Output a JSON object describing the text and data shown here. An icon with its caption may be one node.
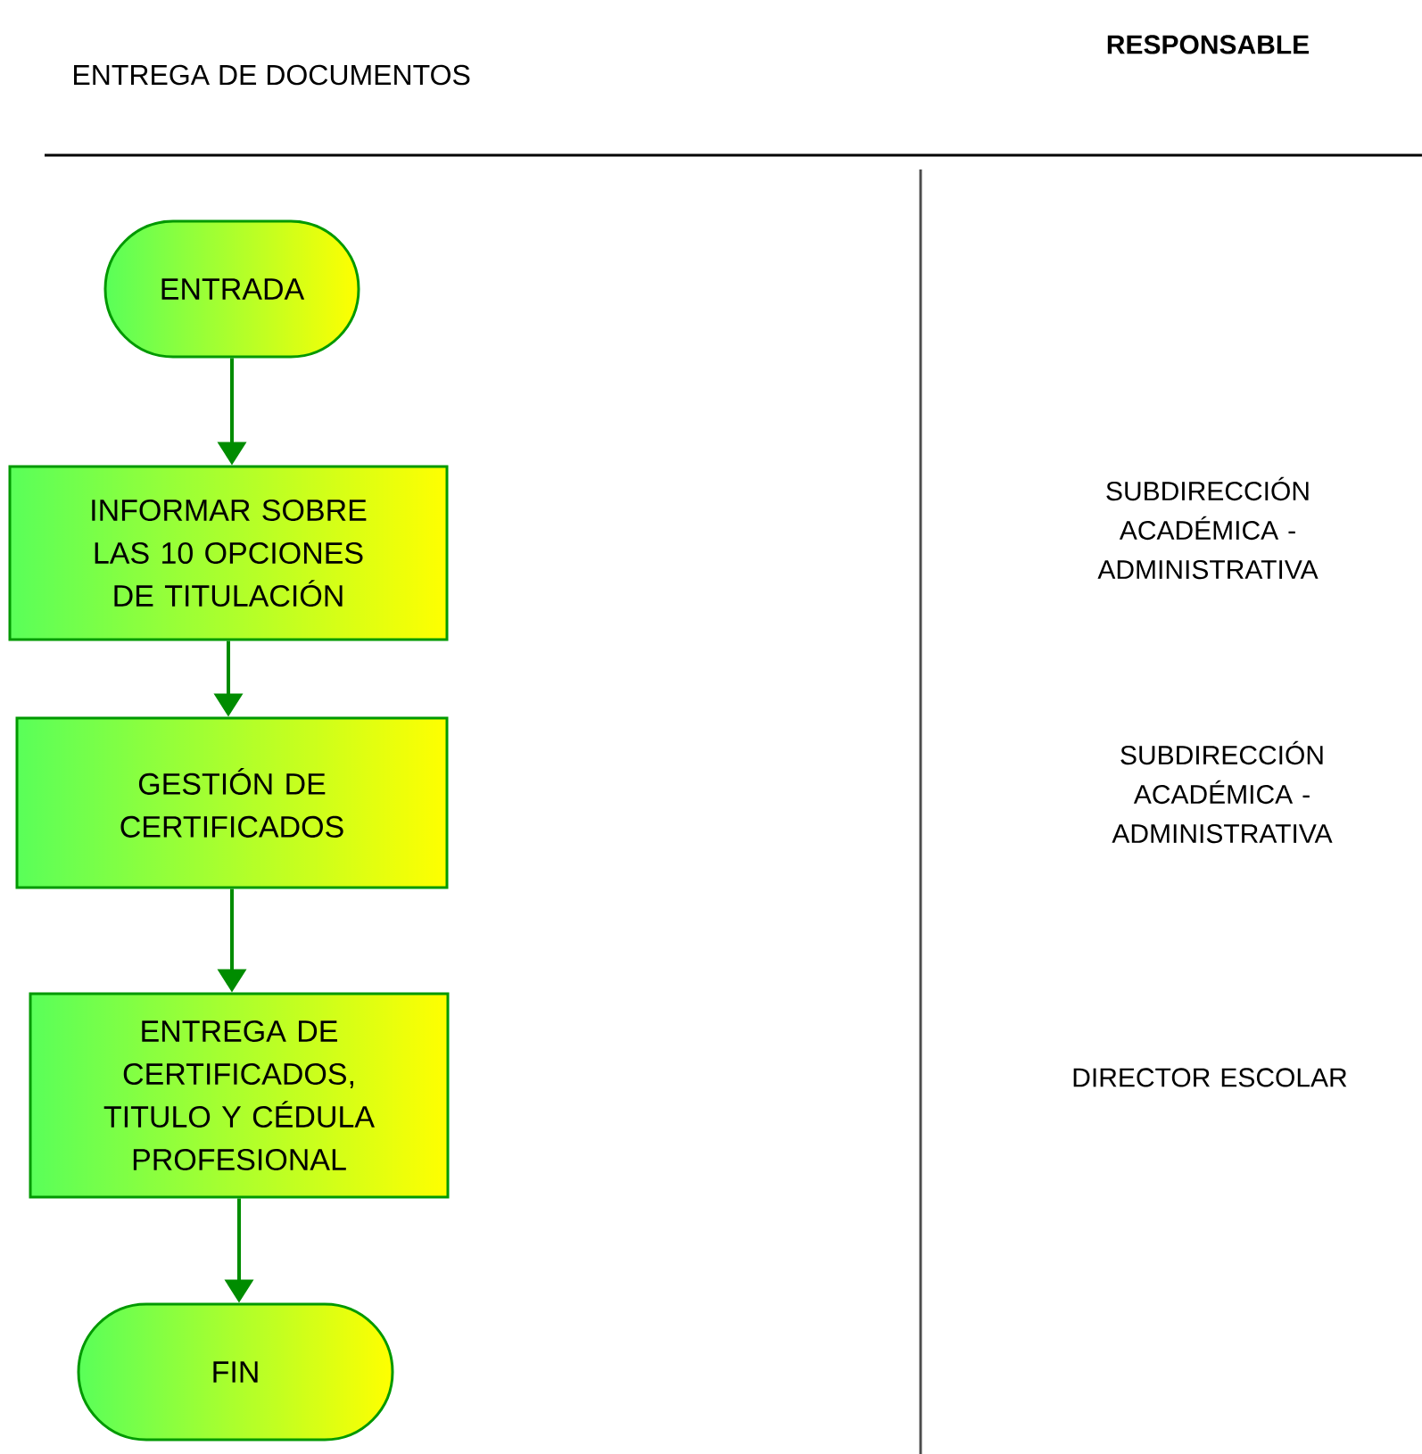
{
  "diagram": {
    "title": "ENTREGA DE DOCUMENTOS",
    "nodes": [
      {
        "text": [
          "ENTRADA"
        ]
      },
      {
        "text": [
          "INFORMAR SOBRE LAS 10 OPCIONES DE TITULACIÓN"
        ]
      },
      {
        "text": [
          "GESTIÓN DE CERTIFICADOS"
        ]
      },
      {
        "text": [
          "ENTREGA DE CERTIFICADOS, TITULO Y CÉDULA PROFESIONAL"
        ]
      },
      {
        "text": [
          "FIN"
        ]
      }
    ],
    "edges": [
      {
        "from": 0,
        "to": 1,
        "arrow": "to"
      },
      {
        "from": 1,
        "to": 2,
        "arrow": "to"
      },
      {
        "from": 2,
        "to": 3,
        "arrow": "to"
      },
      {
        "from": 3,
        "to": 4,
        "arrow": "to"
      }
    ],
    "labels": [
      "RESPONSABLE",
      "SUBDIRECCIÓN ACADÉMICA - ADMINISTRATIVA",
      "SUBDIRECCIÓN ACADÉMICA - ADMINISTRATIVA",
      "DIRECTOR ESCOLAR"
    ]
  }
}
